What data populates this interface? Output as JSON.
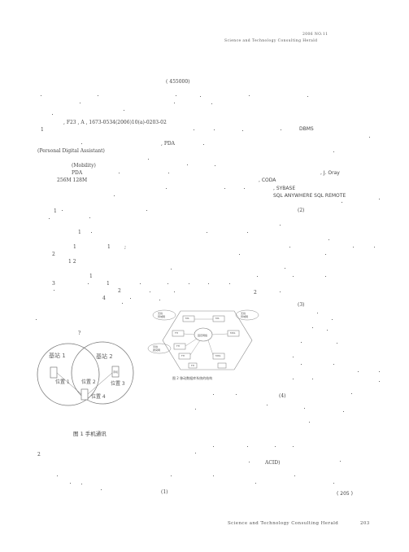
{
  "header": {
    "issue": "2006 NO.11",
    "journal": "Science and Technology Consulting Herald"
  },
  "body": {
    "postal": "(          455000)",
    "classification": ", F23          , A          , 1673-0534(2006)10(a)-0203-02",
    "one_a": "1",
    "dbms": "DBMS",
    "pda_1": ", PDA",
    "pda_full": "(Personal Digital Assistant)",
    "mobility": "(Mobility)",
    "pda_2": "PDA",
    "mem": "256M         128M",
    "coda": ", CODA",
    "oray": ", J.   Oray",
    "sybase": ", SYBASE",
    "sql": "SQL   ANYWHERE    SQL   REMOTE",
    "sec2": "(2)",
    "sec3": "(3)",
    "sec4": "(4)",
    "sec1": "(1)",
    "acid": "ACID)",
    "page_ref": "(      205   )",
    "n_1": "1",
    "n_1b": "1",
    "n_1c": "1",
    "n_1d": "1",
    "n_2": "2",
    "n_12": "1           2",
    "n_1e": "1",
    "n_3": "3",
    "n_1f": "1",
    "n_2b": "2",
    "n_4": "4",
    "n_2c": "2",
    "n_2d": "2",
    "q1": "?",
    "q2": "?",
    "semi": ";"
  },
  "figure1": {
    "caption": "图 1    手机通讯",
    "station1": "基站 1",
    "station2": "基站 2",
    "pos1": "位置 1",
    "pos2": "位置 2",
    "pos3": "位置 3",
    "pos4": "位置 4",
    "phone": "手机"
  },
  "figure2": {
    "caption": "图 2   移动数据库系统的结构",
    "center": "固定网络",
    "host1": "MS",
    "host2": "MS",
    "host3": "FH",
    "host4": "MSS",
    "host5": "FH",
    "host6": "FH",
    "host7": "MSS",
    "host8": "FH",
    "cell1": "无线\n局域网",
    "cell2": "无线\n局域网",
    "cell3": "无线\n蜂窝网"
  },
  "footer": {
    "journal": "Science and Technology Consulting Herald",
    "page": "203"
  }
}
